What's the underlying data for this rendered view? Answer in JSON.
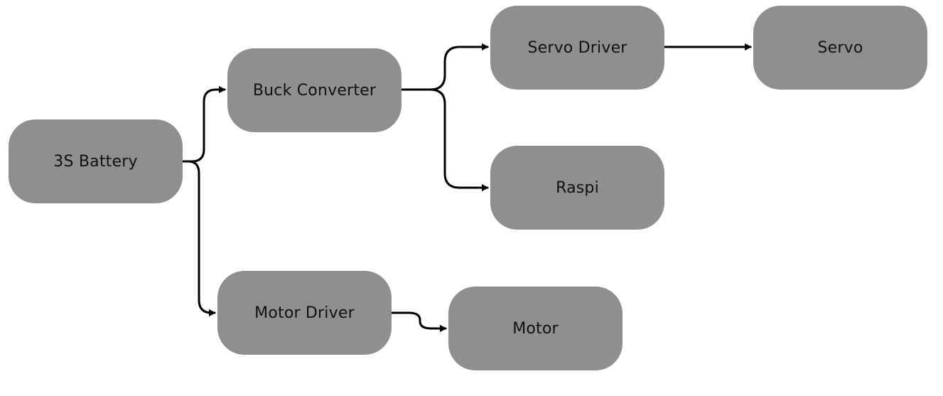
{
  "diagram": {
    "nodes": {
      "battery": "3S Battery",
      "buck_converter": "Buck Converter",
      "servo_driver": "Servo Driver",
      "servo": "Servo",
      "raspi": "Raspi",
      "motor_driver": "Motor Driver",
      "motor": "Motor"
    },
    "edges": [
      {
        "from": "3S Battery",
        "to": "Buck Converter"
      },
      {
        "from": "3S Battery",
        "to": "Motor Driver"
      },
      {
        "from": "Buck Converter",
        "to": "Servo Driver"
      },
      {
        "from": "Buck Converter",
        "to": "Raspi"
      },
      {
        "from": "Servo Driver",
        "to": "Servo"
      },
      {
        "from": "Motor Driver",
        "to": "Motor"
      }
    ],
    "colors": {
      "node_fill": "#8f8f8f",
      "text": "#111111",
      "connector": "#000000",
      "background": "#ffffff"
    }
  }
}
